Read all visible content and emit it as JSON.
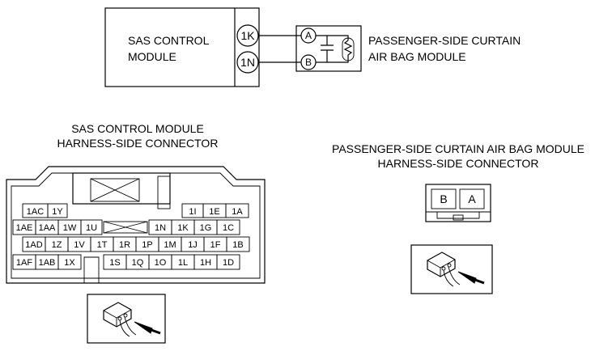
{
  "wiring": {
    "sas_module_label": [
      "SAS CONTROL",
      "MODULE"
    ],
    "terminals": [
      "1K",
      "1N"
    ],
    "airbag_module_label": [
      "PASSENGER-SIDE CURTAIN",
      "AIR BAG MODULE"
    ],
    "airbag_pins": [
      "A",
      "B"
    ]
  },
  "sas_connector": {
    "title": [
      "SAS CONTROL MODULE",
      "HARNESS-SIDE CONNECTOR"
    ],
    "row1": {
      "left": [
        "1AC",
        "1Y"
      ],
      "right": [
        "1I",
        "1E",
        "1A"
      ]
    },
    "row2": {
      "left": [
        "1AE",
        "1AA",
        "1W",
        "1U"
      ],
      "right": [
        "1N",
        "1K",
        "1G",
        "1C"
      ]
    },
    "row3": [
      "1AD",
      "1Z",
      "1V",
      "1T",
      "1R",
      "1P",
      "1M",
      "1J",
      "1F",
      "1B"
    ],
    "row4": {
      "left": [
        "1AF",
        "1AB",
        "1X"
      ],
      "right": [
        "1S",
        "1Q",
        "1O",
        "1L",
        "1H",
        "1D"
      ]
    }
  },
  "airbag_connector": {
    "title": [
      "PASSENGER-SIDE CURTAIN AIR BAG MODULE",
      "HARNESS-SIDE CONNECTOR"
    ],
    "cells": [
      "B",
      "A"
    ]
  }
}
